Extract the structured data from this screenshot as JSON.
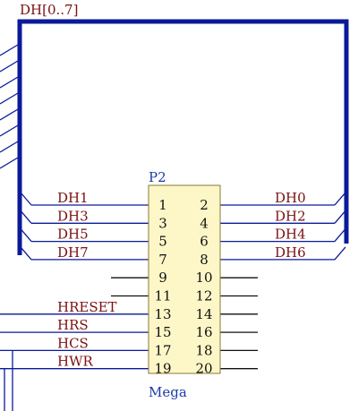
{
  "bus": {
    "label": "DH[0..7]",
    "color": "#0a1a9a"
  },
  "header": {
    "ref": "P2",
    "value": "Mega",
    "fill": "#fdf7c8",
    "border": "#8a7a30",
    "pin_rows": [
      {
        "left": "1",
        "right": "2"
      },
      {
        "left": "3",
        "right": "4"
      },
      {
        "left": "5",
        "right": "6"
      },
      {
        "left": "7",
        "right": "8"
      },
      {
        "left": "9",
        "right": "10"
      },
      {
        "left": "11",
        "right": "12"
      },
      {
        "left": "13",
        "right": "14"
      },
      {
        "left": "15",
        "right": "16"
      },
      {
        "left": "17",
        "right": "18"
      },
      {
        "left": "19",
        "right": "20"
      }
    ]
  },
  "nets": {
    "left": [
      "DH1",
      "DH3",
      "DH5",
      "DH7",
      "",
      "",
      "HRESET",
      "HRS",
      "HCS",
      "HWR"
    ],
    "right": [
      "DH0",
      "DH2",
      "DH4",
      "DH6",
      "",
      "",
      "",
      "",
      "",
      ""
    ]
  },
  "colors": {
    "net_label": "#7a1010",
    "wire": "#111111",
    "signal_wire": "#0a1a9a",
    "ref_label": "#1a3aa8"
  }
}
